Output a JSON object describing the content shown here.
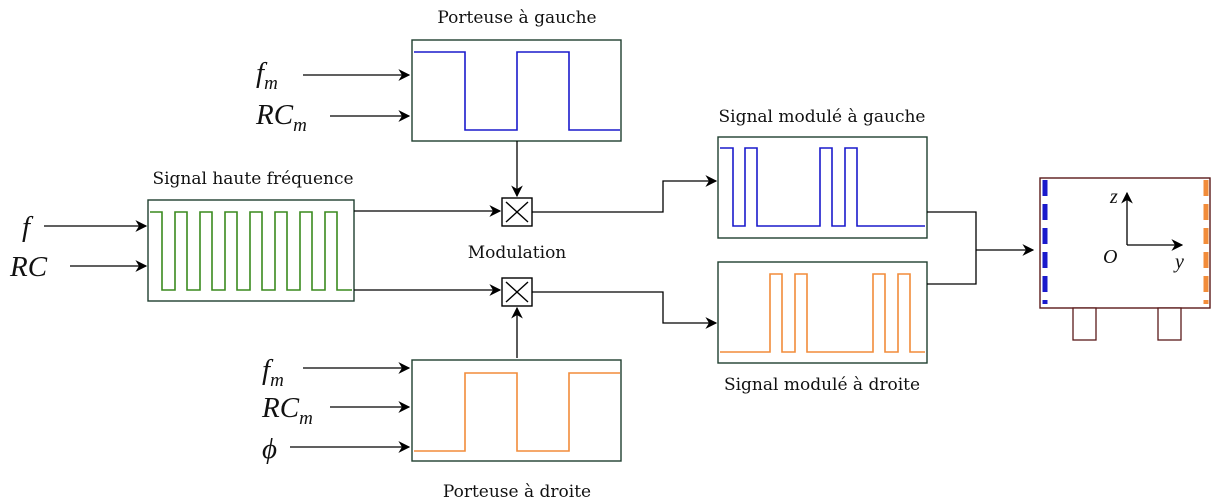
{
  "labels": {
    "carrier_left": "Porteuse à gauche",
    "carrier_right": "Porteuse à droite",
    "hf_signal": "Signal haute fréquence",
    "modulation": "Modulation",
    "modulated_left": "Signal modulé à gauche",
    "modulated_right": "Signal modulé à droite"
  },
  "inputs": {
    "f_base": "f",
    "rc_base": "RC",
    "fm_base": "f",
    "fm_sub": "m",
    "rcm_base": "RC",
    "rcm_sub": "m",
    "phi": "ϕ"
  },
  "axes": {
    "z": "z",
    "origin": "O",
    "y": "y"
  },
  "colors": {
    "hf": "#3a8a1e",
    "left": "#1a1acc",
    "right": "#f28c3a",
    "box_border": "#1f3f2f",
    "target_border": "#5a1a1a"
  }
}
